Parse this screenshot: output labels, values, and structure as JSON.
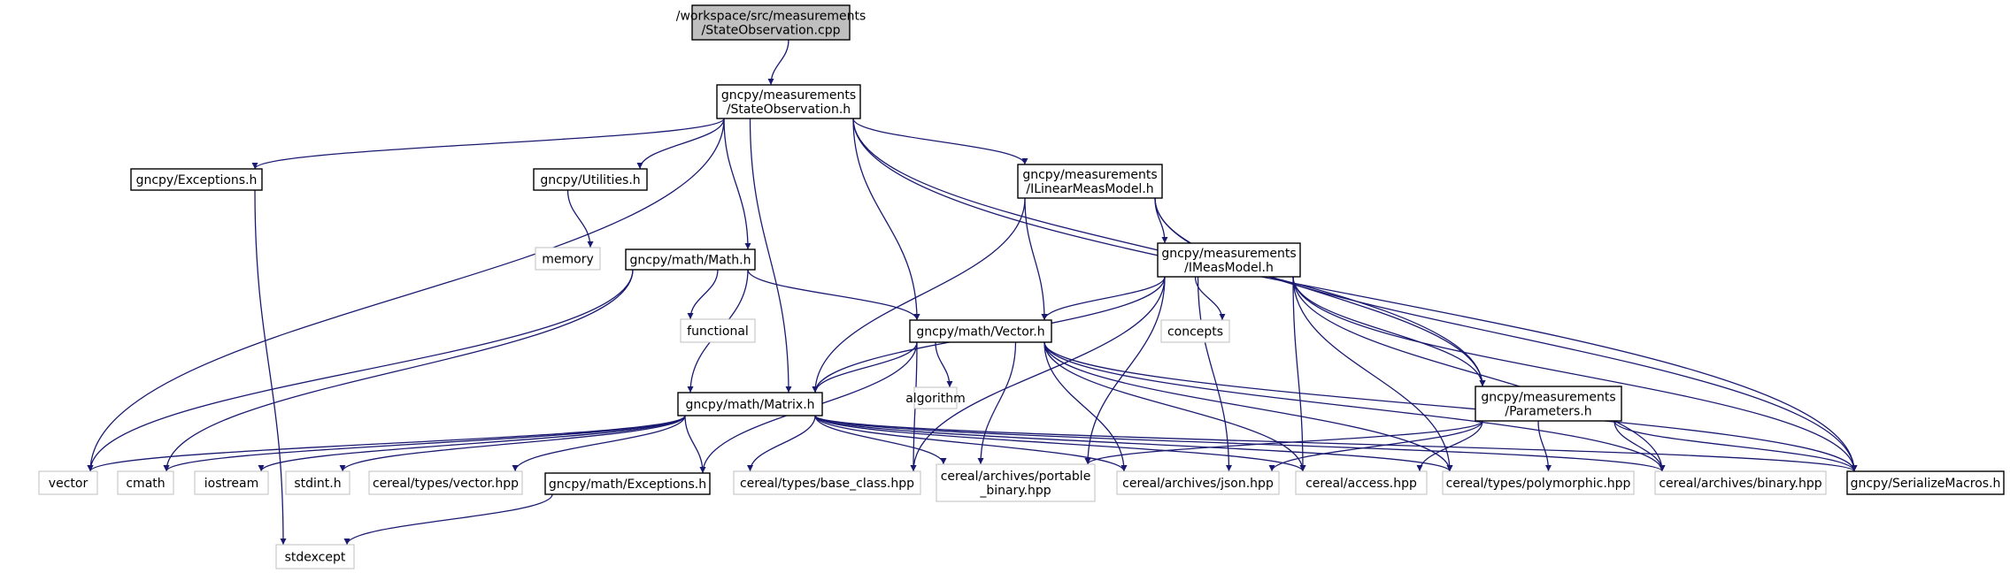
{
  "colors": {
    "edge": "#191970",
    "root_fill": "#bfbfbf",
    "node_border": "#000000",
    "external_border": "#bfbfbf",
    "node_fill": "#ffffff"
  },
  "nodes": [
    {
      "id": "root",
      "lines": [
        "/workspace/src/measurements",
        "/StateObservation.cpp"
      ],
      "kind": "root"
    },
    {
      "id": "stateobs_h",
      "lines": [
        "gncpy/measurements",
        "/StateObservation.h"
      ],
      "kind": "internal"
    },
    {
      "id": "exceptions_h",
      "lines": [
        "gncpy/Exceptions.h"
      ],
      "kind": "internal"
    },
    {
      "id": "utilities_h",
      "lines": [
        "gncpy/Utilities.h"
      ],
      "kind": "internal"
    },
    {
      "id": "memory",
      "lines": [
        "memory"
      ],
      "kind": "external"
    },
    {
      "id": "ilinear_h",
      "lines": [
        "gncpy/measurements",
        "/ILinearMeasModel.h"
      ],
      "kind": "internal"
    },
    {
      "id": "imeas_h",
      "lines": [
        "gncpy/measurements",
        "/IMeasModel.h"
      ],
      "kind": "internal"
    },
    {
      "id": "math_h",
      "lines": [
        "gncpy/math/Math.h"
      ],
      "kind": "internal"
    },
    {
      "id": "functional",
      "lines": [
        "functional"
      ],
      "kind": "external"
    },
    {
      "id": "concepts",
      "lines": [
        "concepts"
      ],
      "kind": "external"
    },
    {
      "id": "vector_h",
      "lines": [
        "gncpy/math/Vector.h"
      ],
      "kind": "internal"
    },
    {
      "id": "algorithm",
      "lines": [
        "algorithm"
      ],
      "kind": "external"
    },
    {
      "id": "matrix_h",
      "lines": [
        "gncpy/math/Matrix.h"
      ],
      "kind": "internal"
    },
    {
      "id": "params_h",
      "lines": [
        "gncpy/measurements",
        "/Parameters.h"
      ],
      "kind": "internal"
    },
    {
      "id": "vector",
      "lines": [
        "vector"
      ],
      "kind": "external"
    },
    {
      "id": "cmath",
      "lines": [
        "cmath"
      ],
      "kind": "external"
    },
    {
      "id": "iostream",
      "lines": [
        "iostream"
      ],
      "kind": "external"
    },
    {
      "id": "stdint",
      "lines": [
        "stdint.h"
      ],
      "kind": "external"
    },
    {
      "id": "cereal_vector",
      "lines": [
        "cereal/types/vector.hpp"
      ],
      "kind": "external"
    },
    {
      "id": "math_exceptions_h",
      "lines": [
        "gncpy/math/Exceptions.h"
      ],
      "kind": "internal"
    },
    {
      "id": "base_class",
      "lines": [
        "cereal/types/base_class.hpp"
      ],
      "kind": "external"
    },
    {
      "id": "portable_binary",
      "lines": [
        "cereal/archives/portable",
        "_binary.hpp"
      ],
      "kind": "external"
    },
    {
      "id": "json",
      "lines": [
        "cereal/archives/json.hpp"
      ],
      "kind": "external"
    },
    {
      "id": "access",
      "lines": [
        "cereal/access.hpp"
      ],
      "kind": "external"
    },
    {
      "id": "polymorphic",
      "lines": [
        "cereal/types/polymorphic.hpp"
      ],
      "kind": "external"
    },
    {
      "id": "binary",
      "lines": [
        "cereal/archives/binary.hpp"
      ],
      "kind": "external"
    },
    {
      "id": "serialize_macros_h",
      "lines": [
        "gncpy/SerializeMacros.h"
      ],
      "kind": "internal"
    },
    {
      "id": "stdexcept",
      "lines": [
        "stdexcept"
      ],
      "kind": "external"
    }
  ],
  "edges": [
    [
      "root",
      "stateobs_h"
    ],
    [
      "stateobs_h",
      "exceptions_h"
    ],
    [
      "stateobs_h",
      "utilities_h"
    ],
    [
      "stateobs_h",
      "ilinear_h"
    ],
    [
      "stateobs_h",
      "math_h"
    ],
    [
      "stateobs_h",
      "matrix_h"
    ],
    [
      "stateobs_h",
      "vector_h"
    ],
    [
      "stateobs_h",
      "vector"
    ],
    [
      "stateobs_h",
      "params_h"
    ],
    [
      "stateobs_h",
      "serialize_macros_h"
    ],
    [
      "exceptions_h",
      "stdexcept"
    ],
    [
      "utilities_h",
      "memory"
    ],
    [
      "ilinear_h",
      "imeas_h"
    ],
    [
      "ilinear_h",
      "vector_h"
    ],
    [
      "ilinear_h",
      "matrix_h"
    ],
    [
      "ilinear_h",
      "params_h"
    ],
    [
      "ilinear_h",
      "serialize_macros_h"
    ],
    [
      "imeas_h",
      "concepts"
    ],
    [
      "imeas_h",
      "vector_h"
    ],
    [
      "imeas_h",
      "matrix_h"
    ],
    [
      "imeas_h",
      "params_h"
    ],
    [
      "imeas_h",
      "base_class"
    ],
    [
      "imeas_h",
      "portable_binary"
    ],
    [
      "imeas_h",
      "json"
    ],
    [
      "imeas_h",
      "access"
    ],
    [
      "imeas_h",
      "polymorphic"
    ],
    [
      "imeas_h",
      "binary"
    ],
    [
      "imeas_h",
      "serialize_macros_h"
    ],
    [
      "math_h",
      "functional"
    ],
    [
      "math_h",
      "vector_h"
    ],
    [
      "math_h",
      "matrix_h"
    ],
    [
      "math_h",
      "vector"
    ],
    [
      "math_h",
      "cmath"
    ],
    [
      "vector_h",
      "algorithm"
    ],
    [
      "vector_h",
      "matrix_h"
    ],
    [
      "vector_h",
      "math_exceptions_h"
    ],
    [
      "vector_h",
      "base_class"
    ],
    [
      "vector_h",
      "portable_binary"
    ],
    [
      "vector_h",
      "json"
    ],
    [
      "vector_h",
      "access"
    ],
    [
      "vector_h",
      "polymorphic"
    ],
    [
      "vector_h",
      "binary"
    ],
    [
      "vector_h",
      "serialize_macros_h"
    ],
    [
      "matrix_h",
      "vector"
    ],
    [
      "matrix_h",
      "cmath"
    ],
    [
      "matrix_h",
      "iostream"
    ],
    [
      "matrix_h",
      "stdint"
    ],
    [
      "matrix_h",
      "cereal_vector"
    ],
    [
      "matrix_h",
      "math_exceptions_h"
    ],
    [
      "matrix_h",
      "base_class"
    ],
    [
      "matrix_h",
      "portable_binary"
    ],
    [
      "matrix_h",
      "json"
    ],
    [
      "matrix_h",
      "access"
    ],
    [
      "matrix_h",
      "polymorphic"
    ],
    [
      "matrix_h",
      "binary"
    ],
    [
      "matrix_h",
      "serialize_macros_h"
    ],
    [
      "params_h",
      "portable_binary"
    ],
    [
      "params_h",
      "json"
    ],
    [
      "params_h",
      "access"
    ],
    [
      "params_h",
      "polymorphic"
    ],
    [
      "params_h",
      "binary"
    ],
    [
      "params_h",
      "serialize_macros_h"
    ],
    [
      "math_exceptions_h",
      "stdexcept"
    ]
  ]
}
